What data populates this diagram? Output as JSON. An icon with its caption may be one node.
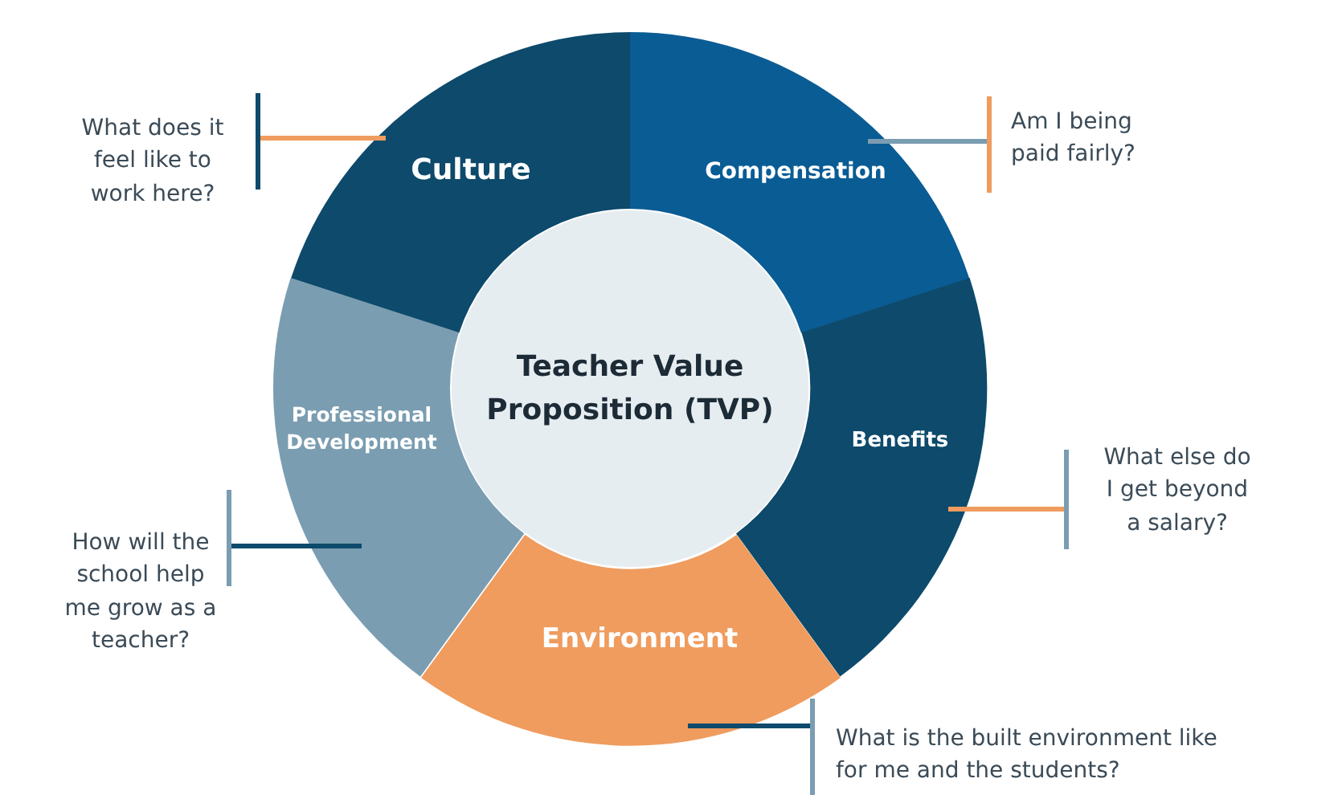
{
  "diagram": {
    "nodes": [
      {
        "text": [
          "Culture"
        ]
      },
      {
        "text": [
          "Compensation"
        ]
      },
      {
        "text": [
          "Benefits"
        ]
      },
      {
        "text": [
          "Environment"
        ]
      },
      {
        "text": [
          "Professional Development"
        ]
      },
      {
        "text": [
          "Teacher Value Proposition (TVP)"
        ]
      },
      {
        "text": [
          "What does it feel like to work here?"
        ]
      },
      {
        "text": [
          "Am I being paid fairly?"
        ]
      },
      {
        "text": [
          "What else do I get beyond a salary?"
        ]
      },
      {
        "text": [
          "What is the built environment like for me and the students?"
        ]
      },
      {
        "text": [
          "How will the school help me grow as a teacher?"
        ]
      }
    ],
    "edges": [
      {
        "from": 6,
        "to": 0,
        "arrow": "none",
        "color": "#ef9c5e"
      },
      {
        "from": 7,
        "to": 1,
        "arrow": "none",
        "color": "#7a9db1"
      },
      {
        "from": 8,
        "to": 2,
        "arrow": "none",
        "color": "#ef9c5e"
      },
      {
        "from": 9,
        "to": 3,
        "arrow": "none",
        "color": "#0d4a6b"
      },
      {
        "from": 10,
        "to": 4,
        "arrow": "none",
        "color": "#0d4a6b"
      }
    ]
  }
}
